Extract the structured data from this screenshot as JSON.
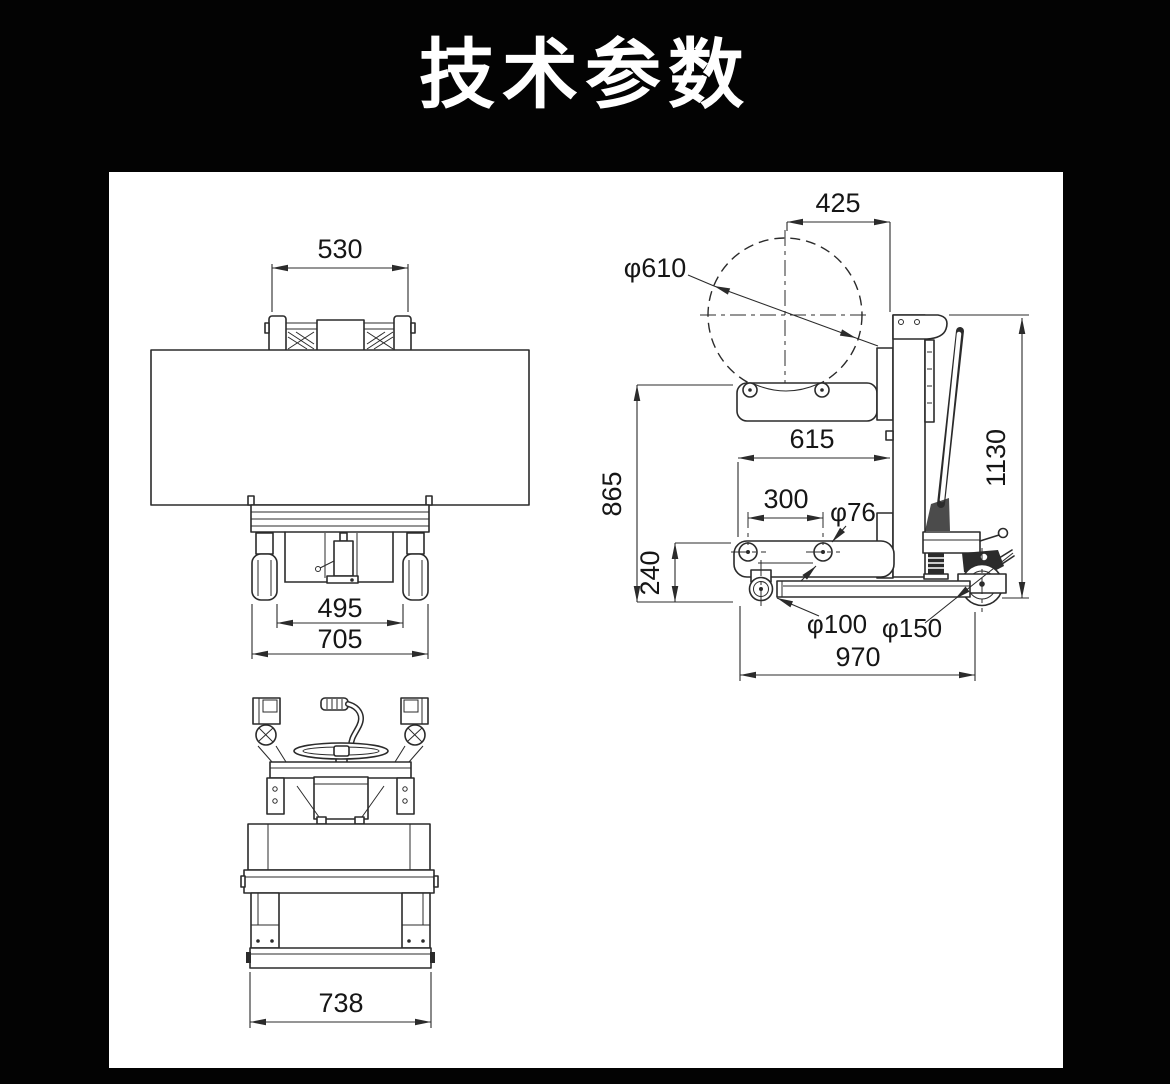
{
  "title": "技术参数",
  "colors": {
    "background": "#030303",
    "panel": "#ffffff",
    "line": "#2b2b2b"
  },
  "views": {
    "front": {
      "dim_clamp_width": "530",
      "dim_base_inner": "495",
      "dim_base_outer": "705"
    },
    "side": {
      "dim_center_offset": "425",
      "dim_drum_diameter": "φ610",
      "dim_fork_length": "615",
      "dim_platform_height": "865",
      "dim_overall_height": "1130",
      "dim_roller_pitch": "300",
      "dim_roller_diameter": "φ76",
      "dim_leg_height": "240",
      "dim_front_wheel": "φ100",
      "dim_rear_wheel": "φ150",
      "dim_overall_length": "970"
    },
    "rear": {
      "dim_overall_width": "738"
    }
  }
}
